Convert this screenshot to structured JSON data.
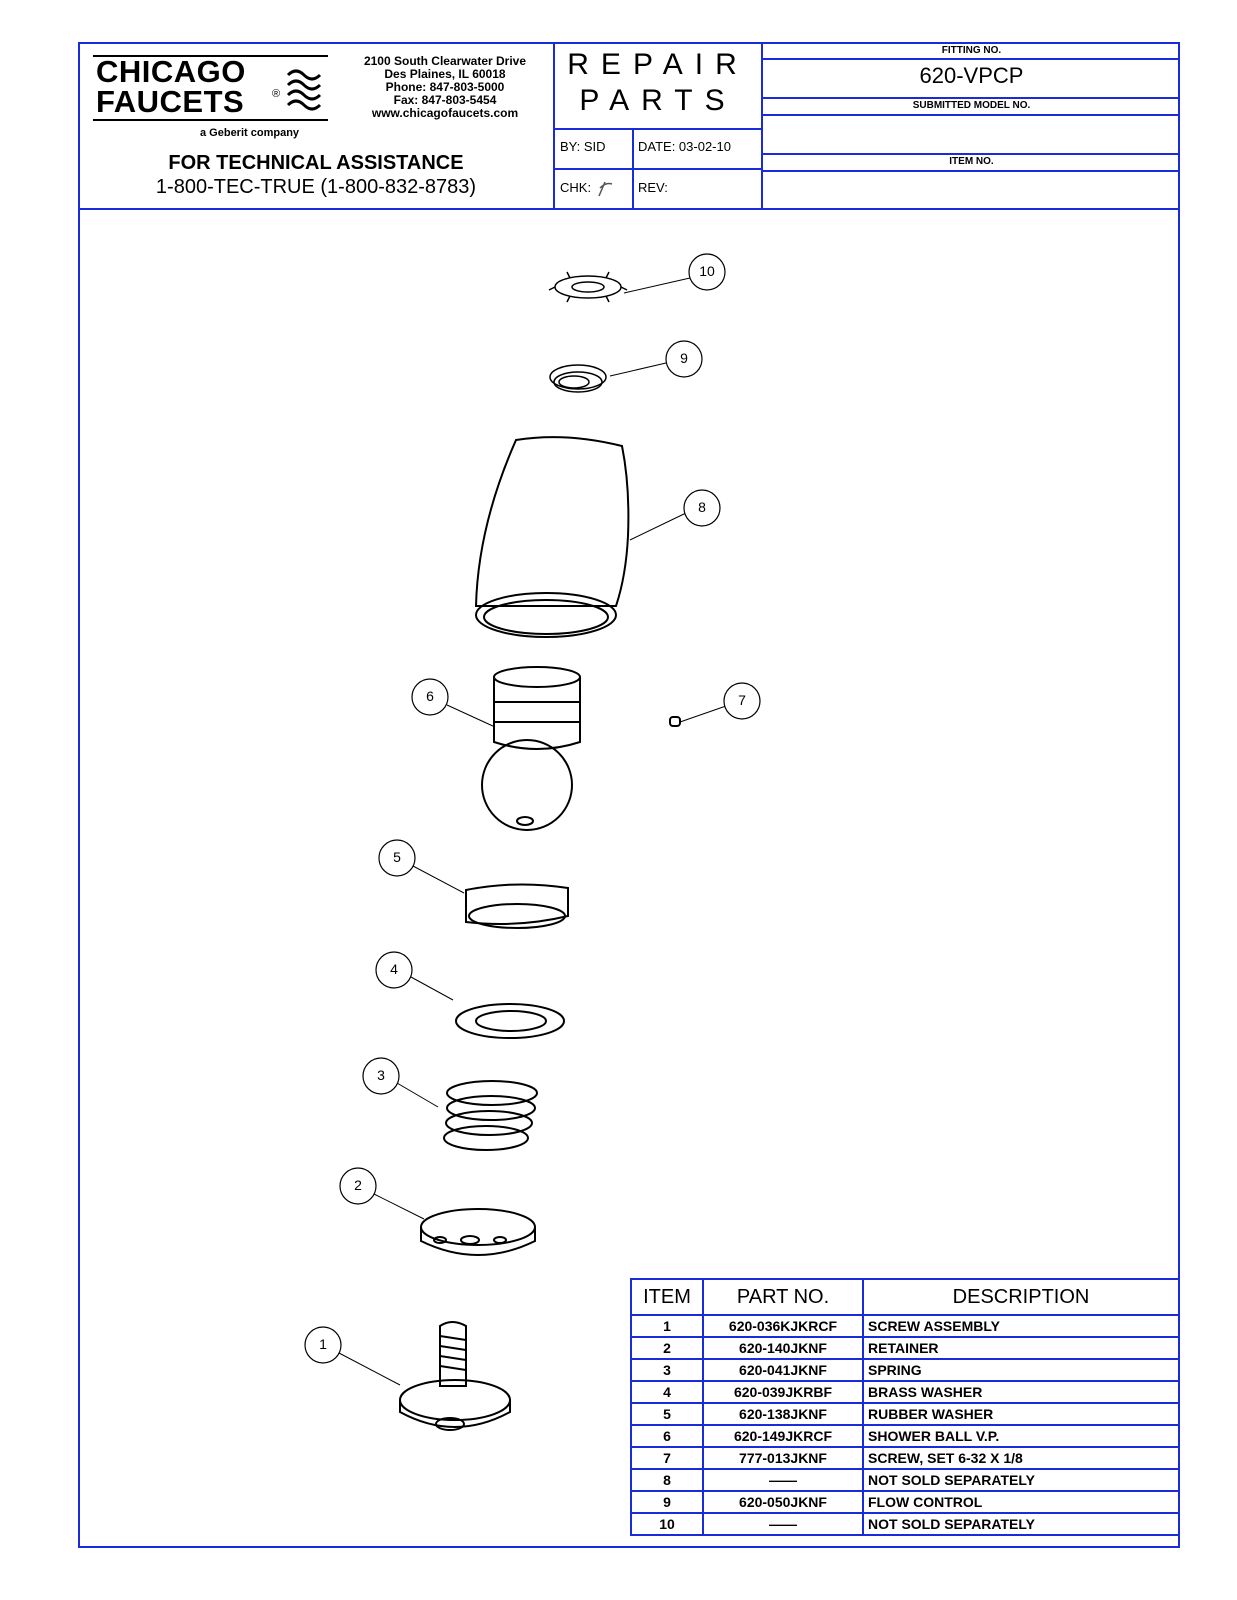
{
  "brand": {
    "line1": "CHICAGO",
    "line2": "FAUCETS",
    "reg": "®",
    "tagline": "a Geberit company"
  },
  "address": {
    "street": "2100 South Clearwater Drive",
    "city": "Des Plaines, IL 60018",
    "phone": "Phone: 847-803-5000",
    "fax": "Fax: 847-803-5454",
    "web": "www.chicagofaucets.com"
  },
  "assistance": {
    "heading": "FOR TECHNICAL ASSISTANCE",
    "phone": "1-800-TEC-TRUE (1-800-832-8783)"
  },
  "title": {
    "line1": "REPAIR",
    "line2": "PARTS"
  },
  "meta": {
    "by": "BY:  SID",
    "date": "DATE:  03-02-10",
    "chk": "CHK:",
    "rev": "REV:"
  },
  "fitting": {
    "label": "FITTING NO.",
    "value": "620-VPCP"
  },
  "submitted": {
    "label": "SUBMITTED MODEL NO.",
    "value": ""
  },
  "item_no": {
    "label": "ITEM NO.",
    "value": ""
  },
  "callouts": [
    "1",
    "2",
    "3",
    "4",
    "5",
    "6",
    "7",
    "8",
    "9",
    "10"
  ],
  "parts_table": {
    "headers": [
      "ITEM",
      "PART NO.",
      "DESCRIPTION"
    ],
    "rows": [
      [
        "1",
        "620-036KJKRCF",
        "SCREW ASSEMBLY"
      ],
      [
        "2",
        "620-140JKNF",
        "RETAINER"
      ],
      [
        "3",
        "620-041JKNF",
        "SPRING"
      ],
      [
        "4",
        "620-039JKRBF",
        "BRASS WASHER"
      ],
      [
        "5",
        "620-138JKNF",
        "RUBBER WASHER"
      ],
      [
        "6",
        "620-149JKRCF",
        "SHOWER BALL V.P."
      ],
      [
        "7",
        "777-013JKNF",
        "SCREW, SET 6-32 X 1/8"
      ],
      [
        "8",
        "——",
        "NOT SOLD SEPARATELY"
      ],
      [
        "9",
        "620-050JKNF",
        "FLOW CONTROL"
      ],
      [
        "10",
        "——",
        "NOT SOLD SEPARATELY"
      ]
    ]
  },
  "colors": {
    "border": "#1a2bd8"
  }
}
